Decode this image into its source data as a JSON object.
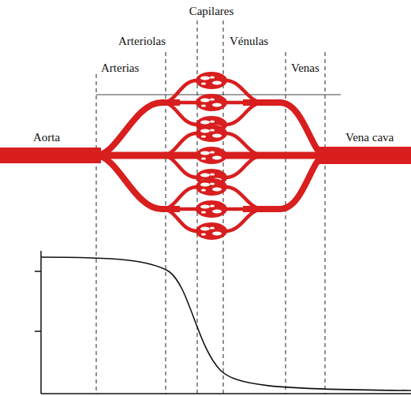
{
  "diagram": {
    "labels": [
      "Capilares",
      "Arteriolas",
      "Vénulas",
      "Arterias",
      "Venas",
      "Aorta",
      "Vena cava"
    ]
  }
}
